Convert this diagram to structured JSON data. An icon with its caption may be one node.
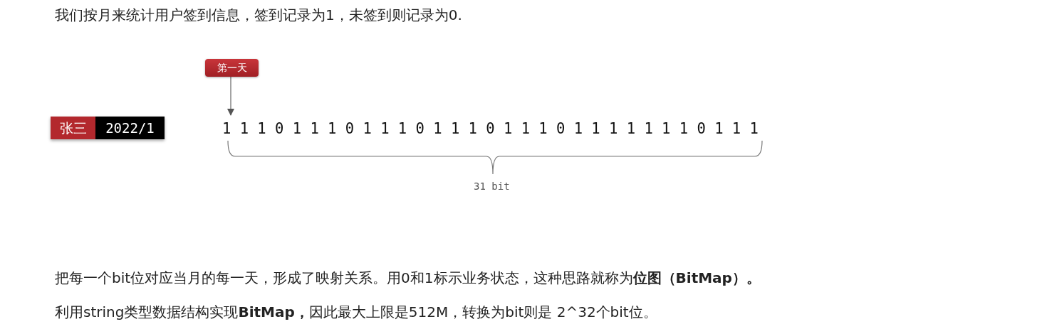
{
  "diagram": {
    "nodes": [
      {
        "text": [
          "第一天"
        ]
      },
      {
        "text": [
          "张三",
          "2022/1"
        ]
      },
      {
        "text": [
          "1 1 1 0 1 1 1 0 1 1 1 0 1 1 1 0 1 1 1 0 1 1 1 1 1 1 1 0 1 1 1"
        ]
      }
    ],
    "edges": [
      {
        "from": 0,
        "to": 2,
        "arrow": "to"
      }
    ],
    "labels": [
      "我们按月来统计用户签到信息，签到记录为1，未签到则记录为0.",
      "31 bit",
      "把每一个bit位对应当月的每一天，形成了映射关系。用0和1标示业务状态，这种思路就称为**位图（BitMap）。**",
      "利用string类型数据结构实现**BitMap，**因此最大上限是512M，转换为bit则是 2^32个bit位。"
    ]
  }
}
